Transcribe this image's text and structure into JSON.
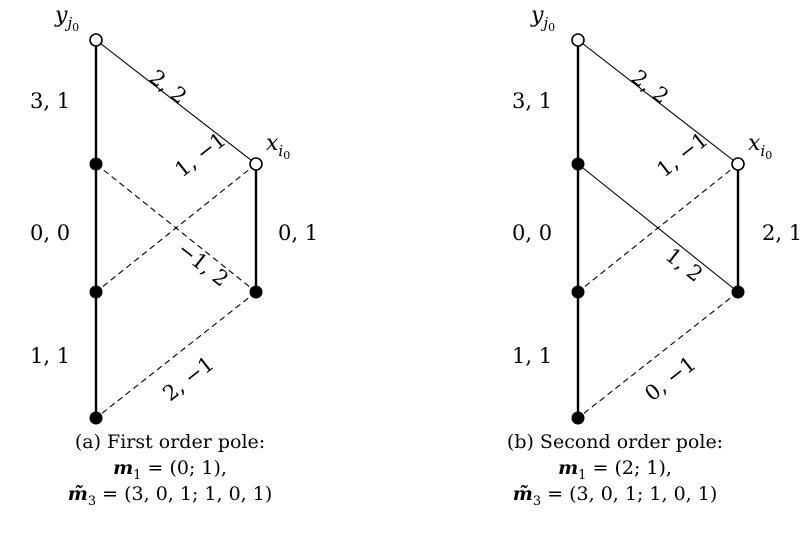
{
  "panels": [
    {
      "id": "a",
      "nodes": {
        "y_label": "y",
        "y_sub": "j",
        "y_subsub": "0",
        "x_label": "x",
        "x_sub": "i",
        "x_subsub": "0"
      },
      "edges": {
        "y_top": "3, 1",
        "y_mid": "0, 0",
        "y_bot": "1, 1",
        "y_to_x": "2, 2",
        "x_right": "0, 1",
        "d1": "1, −1",
        "d2": "−1, 2",
        "d3": "2, −1"
      },
      "caption": {
        "line1": "(a) First order pole:",
        "m1_sym": "m",
        "m1_sub": "1",
        "m1_val": " = (0; 1),",
        "m3_sym": "m̃",
        "m3_sub": "3",
        "m3_val": " = (3, 0, 1; 1, 0, 1)"
      }
    },
    {
      "id": "b",
      "nodes": {
        "y_label": "y",
        "y_sub": "j",
        "y_subsub": "0",
        "x_label": "x",
        "x_sub": "i",
        "x_subsub": "0"
      },
      "edges": {
        "y_top": "3, 1",
        "y_mid": "0, 0",
        "y_bot": "1, 1",
        "y_to_x": "2, 2",
        "x_right": "2, 1",
        "d1": "1, −1",
        "d2": "1, 2",
        "d3": "0, −1"
      },
      "caption": {
        "line1": "(b) Second order pole:",
        "m1_sym": "m",
        "m1_sub": "1",
        "m1_val": " = (2; 1),",
        "m3_sym": "m̃",
        "m3_sub": "3",
        "m3_val": " = (3, 0, 1; 1, 0, 1)"
      }
    }
  ]
}
